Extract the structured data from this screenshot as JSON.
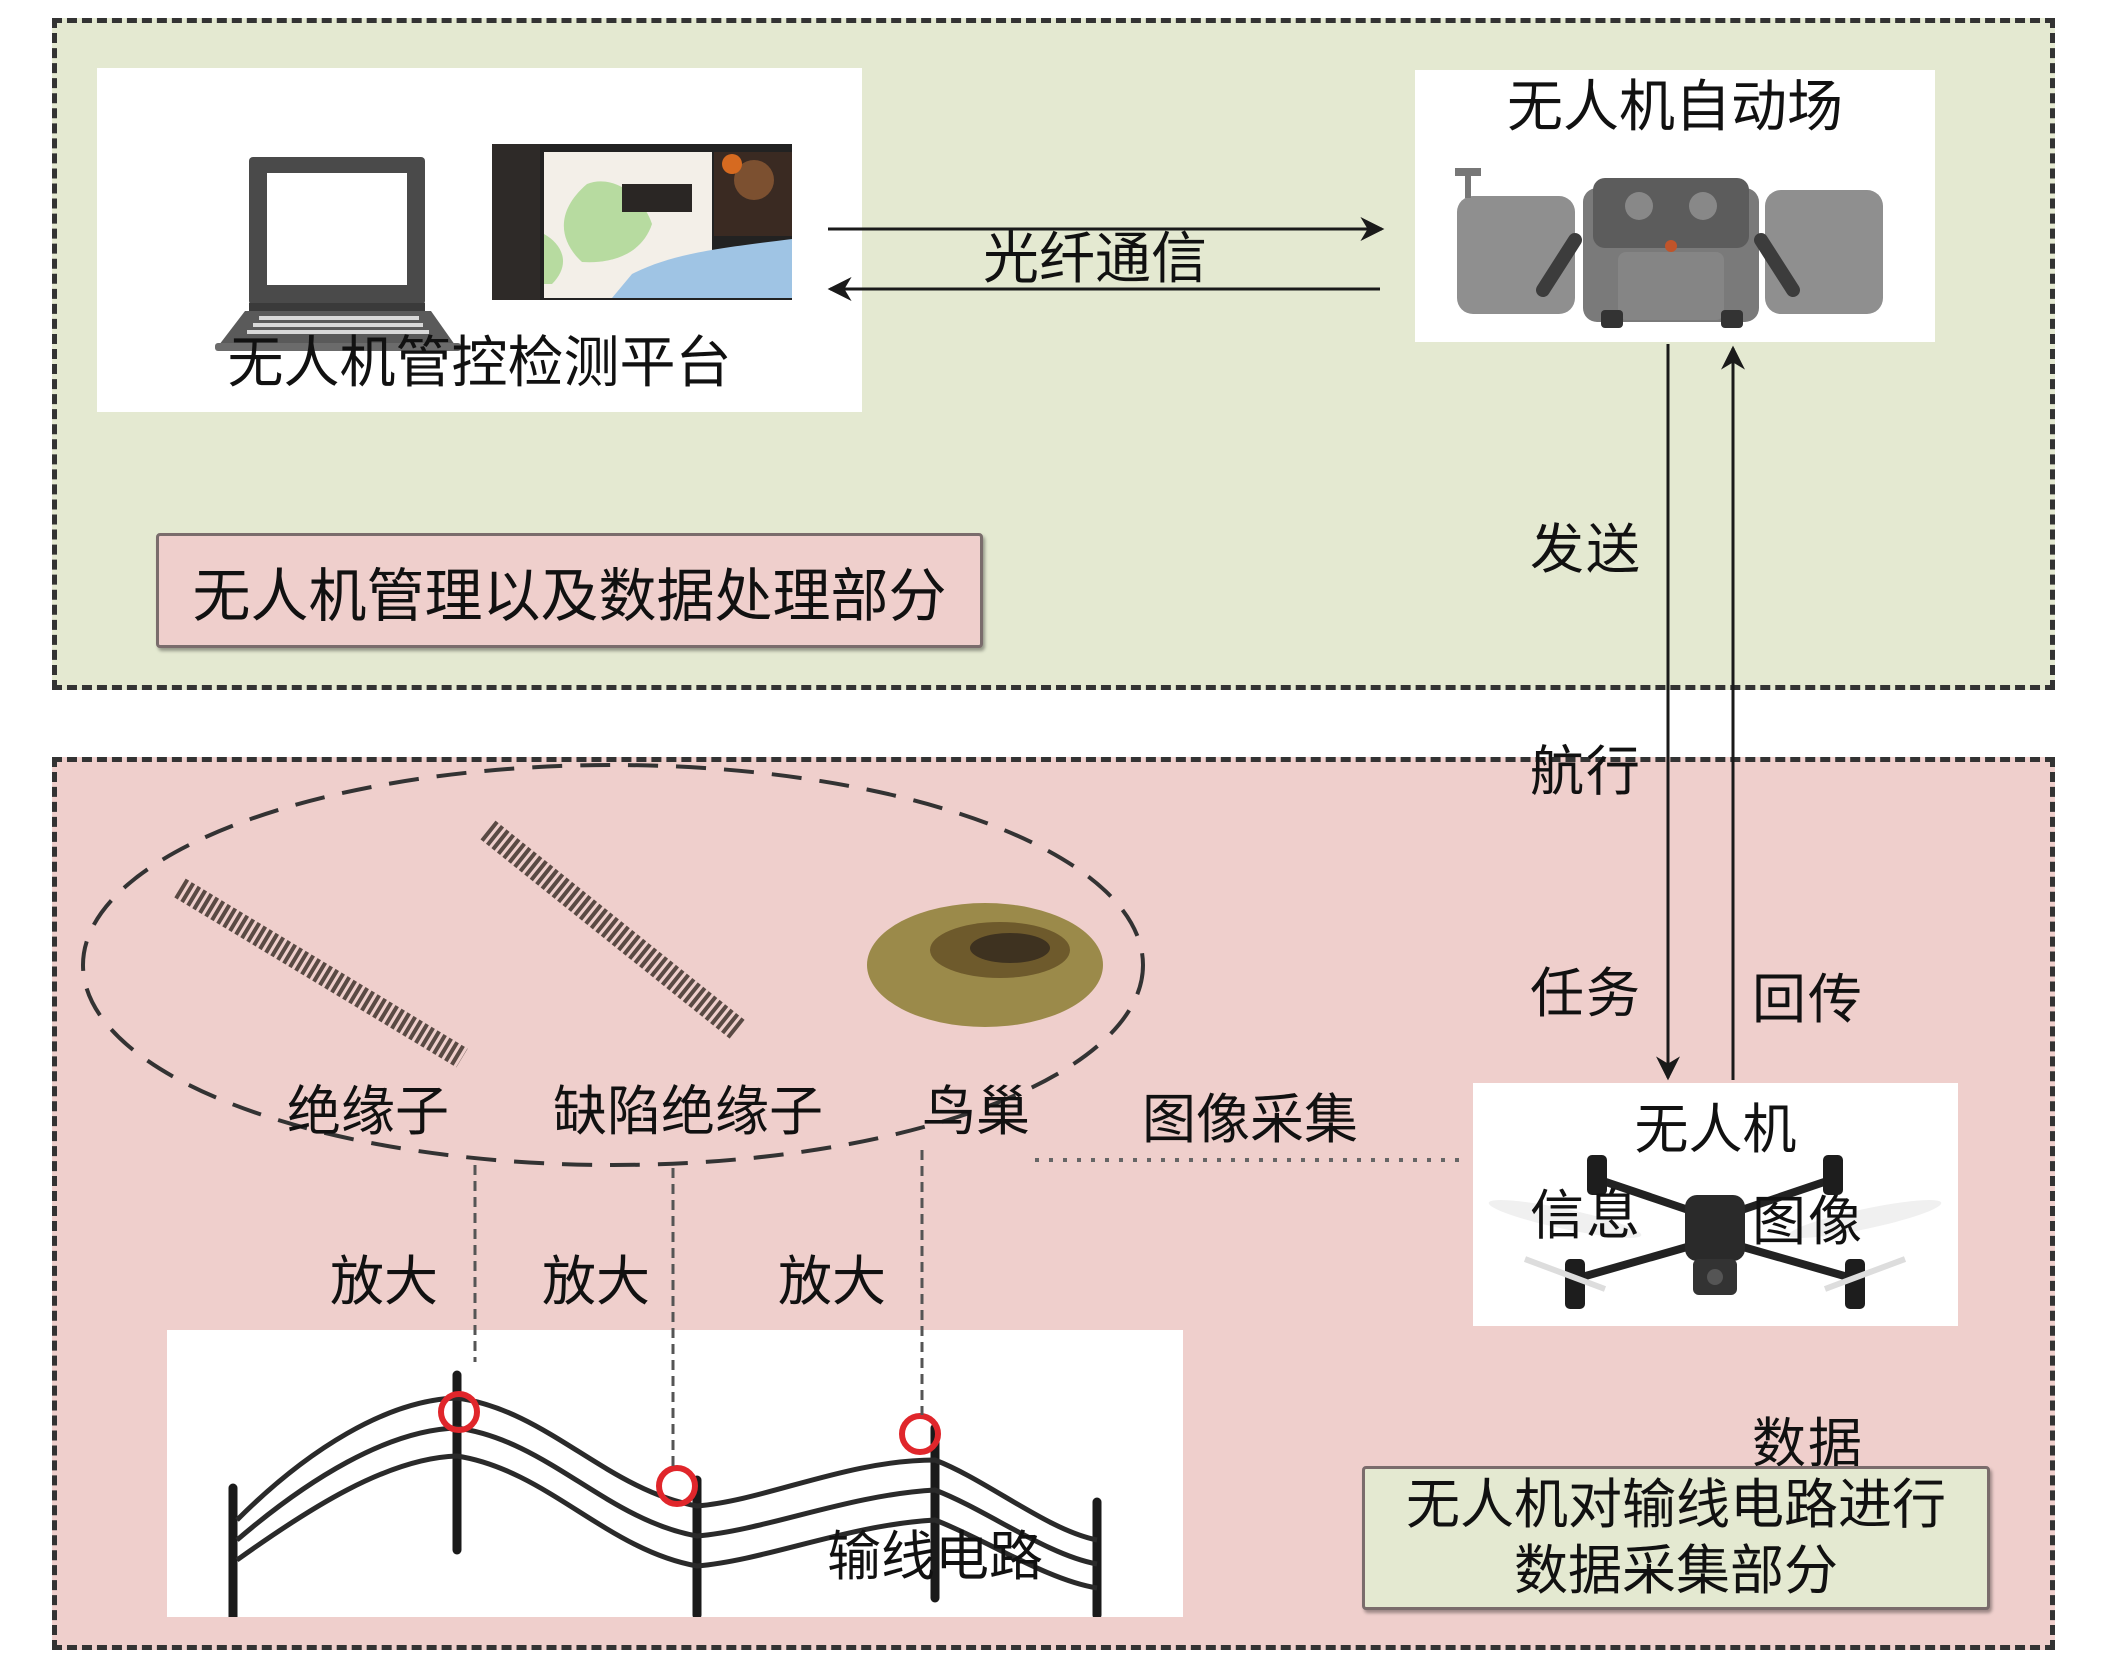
{
  "zones": {
    "management": {
      "label": "无人机管理以及数据处理部分",
      "background": "#e4e9d1",
      "label_background": "#efcfcc"
    },
    "collection": {
      "label_line1": "无人机对输线电路进行",
      "label_line2": "数据采集部分",
      "background": "#efcfcc",
      "label_background": "#e4e9d1"
    }
  },
  "nodes": {
    "platform": {
      "label": "无人机管控检测平台",
      "icons": [
        "laptop-icon",
        "monitor-map-icon"
      ]
    },
    "station": {
      "label": "无人机自动场",
      "icon": "drone-dock-icon"
    },
    "drone": {
      "label": "无人机",
      "icon": "quadcopter-icon"
    },
    "power_line": {
      "label": "输线电路",
      "icon": "power-line-icon"
    }
  },
  "links": {
    "fiber": {
      "label": "光纤通信"
    },
    "send_task": {
      "label_lines": [
        "发送",
        "航行",
        "任务",
        "信息"
      ]
    },
    "return_image": {
      "label_lines": [
        "回传",
        "图像",
        "数据"
      ]
    },
    "image_capture": {
      "label": "图像采集"
    }
  },
  "samples": {
    "items": [
      {
        "label": "绝缘子",
        "icon": "insulator-icon"
      },
      {
        "label": "缺陷绝缘子",
        "icon": "defective-insulator-icon"
      },
      {
        "label": "鸟巢",
        "icon": "bird-nest-icon"
      }
    ],
    "zoom_labels": [
      "放大",
      "放大",
      "放大"
    ]
  },
  "colors": {
    "highlight_ring": "#e0262b",
    "line": "#1a1a1a"
  }
}
